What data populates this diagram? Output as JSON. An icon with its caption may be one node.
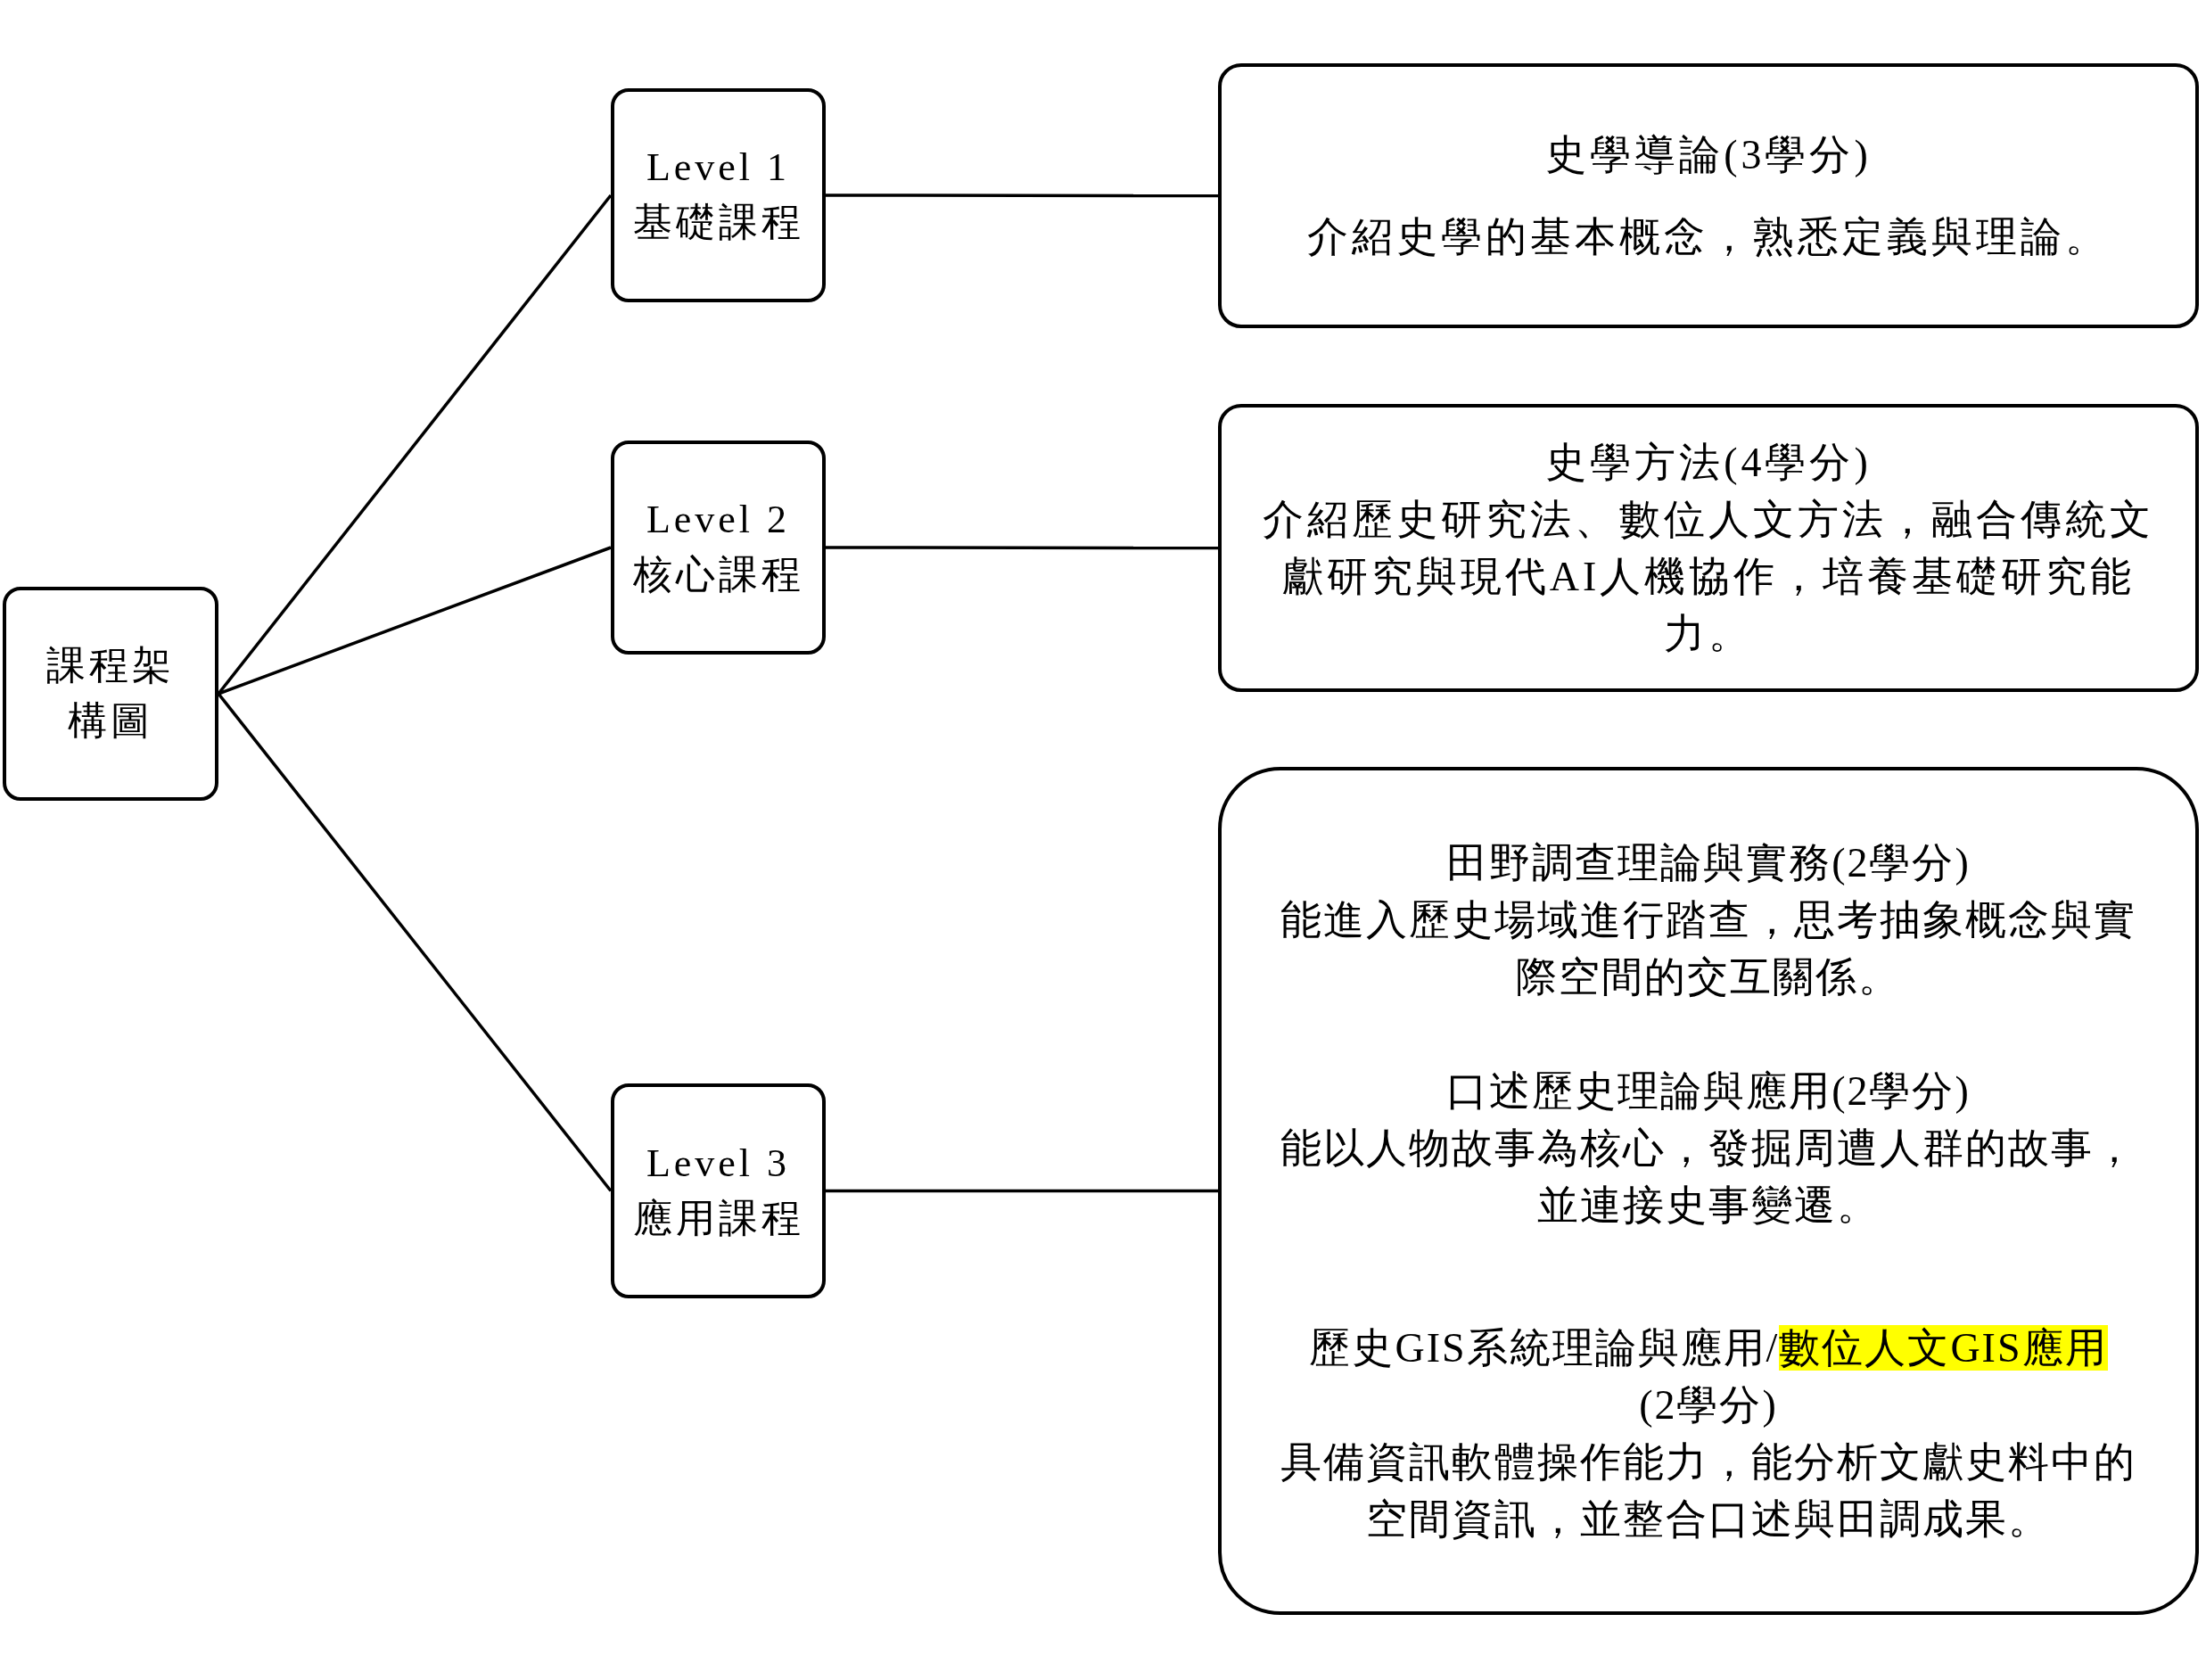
{
  "diagram": {
    "nodes": [
      {
        "text": [
          "課程架構圖"
        ]
      },
      {
        "text": [
          "Level 1",
          "基礎課程"
        ]
      },
      {
        "text": [
          "Level 2",
          "核心課程"
        ]
      },
      {
        "text": [
          "Level 3",
          "應用課程"
        ]
      },
      {
        "text": [
          "史學導論(3學分)",
          "介紹史學的基本概念，熟悉定義與理論。"
        ]
      },
      {
        "text": [
          "史學方法(4學分)",
          "介紹歷史研究法、數位人文方法，融合傳統文獻研究與現代AI人機協作，培養基礎研究能力。"
        ]
      },
      {
        "text": [
          "田野調查理論與實務(2學分)",
          "能進入歷史場域進行踏查，思考抽象概念與實際空間的交互關係。",
          "口述歷史理論與應用(2學分)",
          "能以人物故事為核心，發掘周遭人群的故事，並連接史事變遷。",
          "歷史GIS系統理論與應用/",
          "數位人文GIS應用",
          "(2學分)",
          "具備資訊軟體操作能力，能分析文獻史料中的空間資訊，並整合口述與田調成果。"
        ]
      }
    ],
    "edges": [
      {
        "from": 0,
        "to": 1,
        "arrow": "none"
      },
      {
        "from": 0,
        "to": 2,
        "arrow": "none"
      },
      {
        "from": 0,
        "to": 3,
        "arrow": "none"
      },
      {
        "from": 1,
        "to": 4,
        "arrow": "none"
      },
      {
        "from": 2,
        "to": 5,
        "arrow": "none"
      },
      {
        "from": 3,
        "to": 6,
        "arrow": "none"
      }
    ]
  }
}
